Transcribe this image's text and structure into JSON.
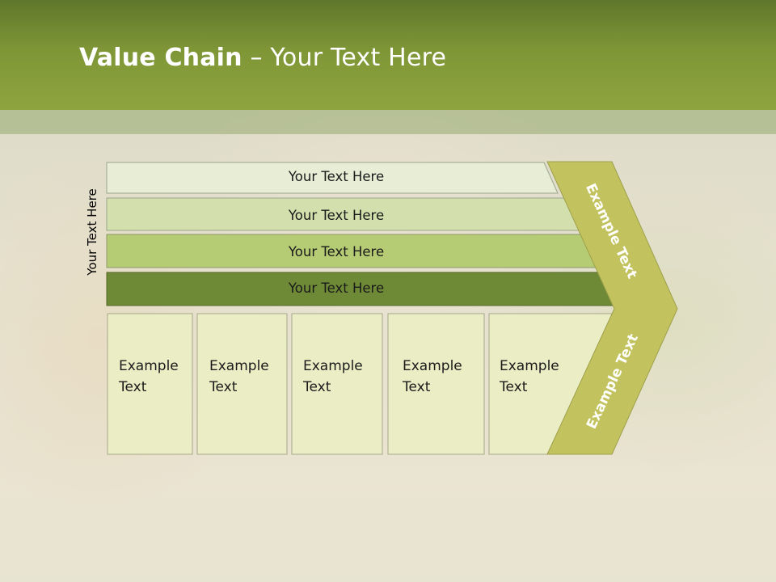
{
  "title": {
    "bold": "Value Chain",
    "rest": " – Your Text Here"
  },
  "side_label": "Your Text Here",
  "bars": [
    {
      "label": "Your Text Here"
    },
    {
      "label": "Your Text Here"
    },
    {
      "label": "Your Text Here"
    },
    {
      "label": "Your Text Here"
    }
  ],
  "boxes": [
    {
      "label": "Example\nText"
    },
    {
      "label": "Example\nText"
    },
    {
      "label": "Example\nText"
    },
    {
      "label": "Example\nText"
    },
    {
      "label": "Example\nText"
    }
  ],
  "chevron": {
    "upper": "Example Text",
    "lower": "Example Text"
  },
  "colors": {
    "header": "#7e9636",
    "bar1": "#e8eed6",
    "bar2": "#d3e0ad",
    "bar3": "#b5cb74",
    "bar4": "#6f8a36",
    "box": "#ebedc5",
    "chevron": "#c2c35e"
  }
}
